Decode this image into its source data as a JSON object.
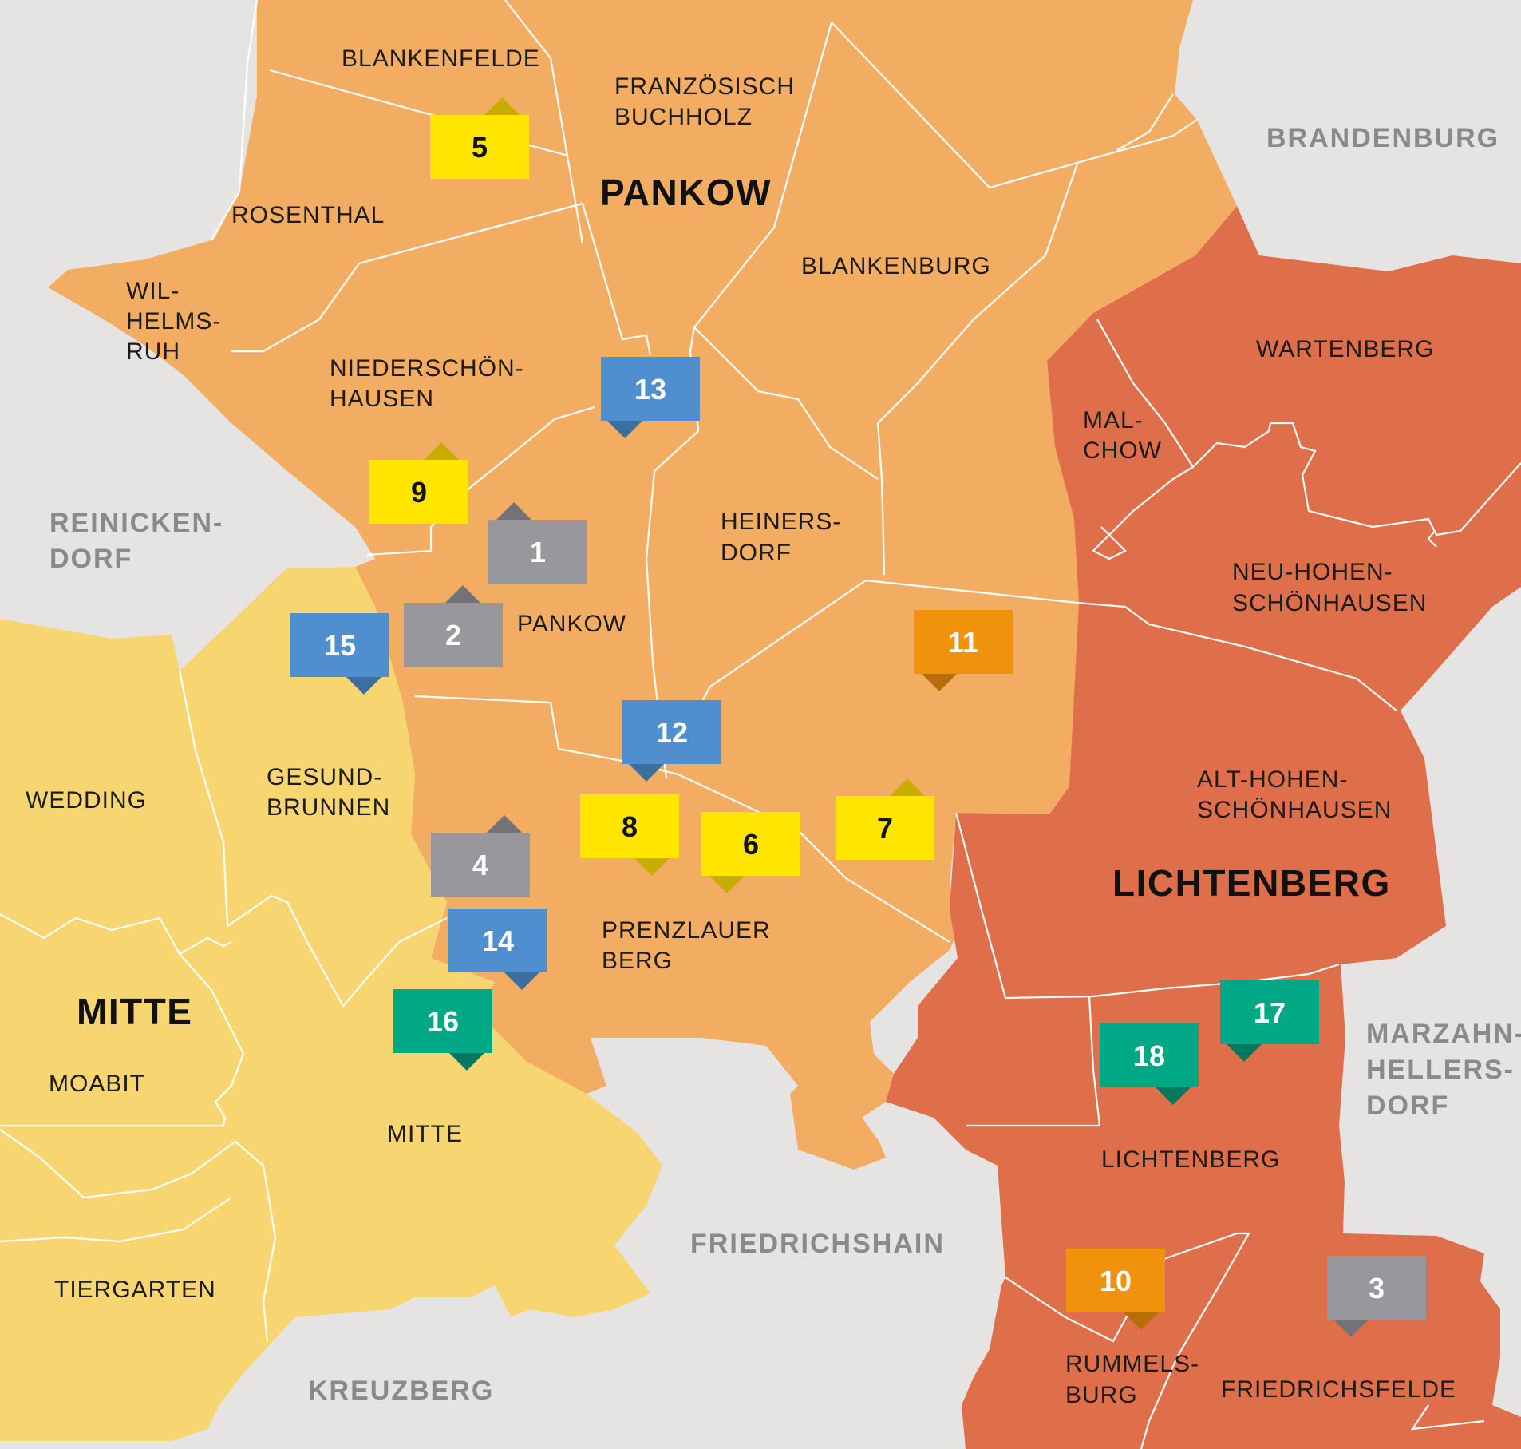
{
  "colors": {
    "background": "#e5e4e2",
    "mitte": "#f7d672",
    "pankow": "#f3ad62",
    "lichtenberg": "#df6f4b",
    "yellow": "#ffe500",
    "blue": "#4f8fcf",
    "gray": "#98979b",
    "orange": "#f0920c",
    "green": "#00a886"
  },
  "boroughs": {
    "pankow": "PANKOW",
    "lichtenberg": "LICHTENBERG",
    "mitte": "MITTE"
  },
  "outer_regions": {
    "brandenburg": "BRANDENBURG",
    "reinickendorf": [
      "REINICKEN-",
      "DORF"
    ],
    "marzahn": [
      "MARZAHN-",
      "HELLERS-",
      "DORF"
    ],
    "friedrichshain": "FRIEDRICHSHAIN",
    "kreuzberg": "KREUZBERG"
  },
  "districts": {
    "blankenfelde": [
      "BLANKENFELDE"
    ],
    "franzoesisch_buchholz": [
      "FRANZÖSISCH",
      "BUCHHOLZ"
    ],
    "rosenthal": [
      "ROSENTHAL"
    ],
    "wilhelmsruh": [
      "WIL-",
      "HELMS-",
      "RUH"
    ],
    "niederschoenhausen": [
      "NIEDERSCHÖN-",
      "HAUSEN"
    ],
    "blankenburg": [
      "BLANKENBURG"
    ],
    "heinersdorf": [
      "HEINERS-",
      "DORF"
    ],
    "pankow": [
      "PANKOW"
    ],
    "wartenberg": [
      "WARTENBERG"
    ],
    "malchow": [
      "MAL-",
      "CHOW"
    ],
    "neu_hohenschoenhausen": [
      "NEU-HOHEN-",
      "SCHÖNHAUSEN"
    ],
    "alt_hohenschoenhausen": [
      "ALT-HOHEN-",
      "SCHÖNHAUSEN"
    ],
    "wedding": [
      "WEDDING"
    ],
    "gesundbrunnen": [
      "GESUND-",
      "BRUNNEN"
    ],
    "prenzlauer_berg": [
      "PRENZLAUER",
      "BERG"
    ],
    "moabit": [
      "MOABIT"
    ],
    "mitte": [
      "MITTE"
    ],
    "tiergarten": [
      "TIERGARTEN"
    ],
    "lichtenberg": [
      "LICHTENBERG"
    ],
    "rummelsburg": [
      "RUMMELS-",
      "BURG"
    ],
    "friedrichsfelde": [
      "FRIEDRICHSFELDE"
    ]
  },
  "markers": [
    {
      "number": "1",
      "category": "gray"
    },
    {
      "number": "2",
      "category": "gray"
    },
    {
      "number": "3",
      "category": "gray"
    },
    {
      "number": "4",
      "category": "gray"
    },
    {
      "number": "5",
      "category": "yellow"
    },
    {
      "number": "6",
      "category": "yellow"
    },
    {
      "number": "7",
      "category": "yellow"
    },
    {
      "number": "8",
      "category": "yellow"
    },
    {
      "number": "9",
      "category": "yellow"
    },
    {
      "number": "10",
      "category": "orange"
    },
    {
      "number": "11",
      "category": "orange"
    },
    {
      "number": "12",
      "category": "blue"
    },
    {
      "number": "13",
      "category": "blue"
    },
    {
      "number": "14",
      "category": "blue"
    },
    {
      "number": "15",
      "category": "blue"
    },
    {
      "number": "16",
      "category": "green"
    },
    {
      "number": "17",
      "category": "green"
    },
    {
      "number": "18",
      "category": "green"
    }
  ]
}
